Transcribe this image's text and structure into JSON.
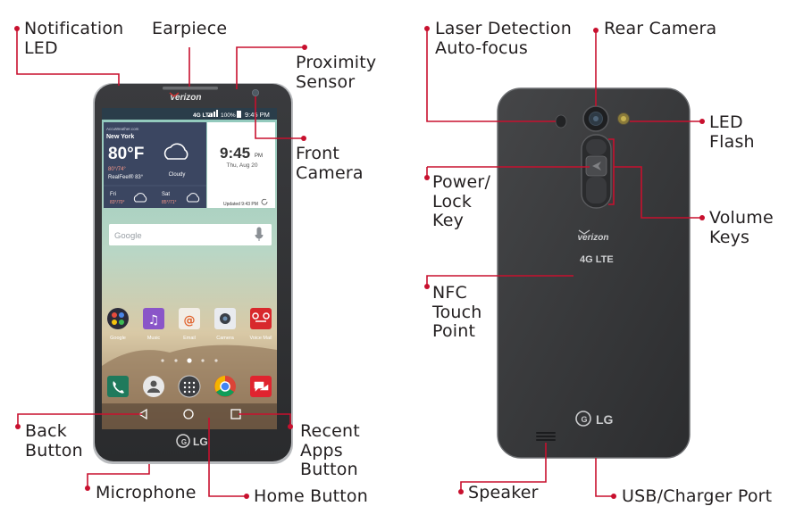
{
  "front_phone": {
    "carrier_logo": "verizon",
    "status_bar": {
      "network": "4G LTE",
      "battery": "100%",
      "time": "9:45 PM"
    },
    "weather": {
      "source": "AccuWeather.com",
      "city": "New York",
      "temp": "80°F",
      "high_low": "80°/74°",
      "realfeel": "RealFeel® 83°",
      "condition": "Cloudy",
      "forecast": [
        {
          "day": "Fri",
          "temps": "83°/70°"
        },
        {
          "day": "Sat",
          "temps": "85°/71°"
        }
      ]
    },
    "clock": {
      "time": "9:45",
      "suffix": "PM",
      "date": "Thu, Aug 20",
      "updated": "Updated 9:43 PM"
    },
    "search_placeholder": "Google",
    "apps": [
      {
        "label": "Google",
        "color": "#2b2b3a"
      },
      {
        "label": "Music",
        "color": "#8a55c8"
      },
      {
        "label": "Email",
        "color": "#f2ede6"
      },
      {
        "label": "Camera",
        "color": "#e9ebef"
      },
      {
        "label": "Voice Mail",
        "color": "#d8282c"
      }
    ],
    "brand": "LG"
  },
  "back_phone": {
    "carrier_logo": "verizon",
    "network_badge": "4G LTE",
    "brand": "LG"
  },
  "labels": {
    "notification_led": "Notification\nLED",
    "earpiece": "Earpiece",
    "proximity_sensor": "Proximity\nSensor",
    "front_camera": "Front\nCamera",
    "back_button": "Back\nButton",
    "recent_apps_button": "Recent\nApps\nButton",
    "microphone": "Microphone",
    "home_button": "Home Button",
    "laser_detection": "Laser Detection\nAuto-focus",
    "rear_camera": "Rear Camera",
    "led_flash": "LED\nFlash",
    "power_lock_key": "Power/\nLock\nKey",
    "volume_keys": "Volume\nKeys",
    "nfc_touch_point": "NFC\nTouch\nPoint",
    "speaker": "Speaker",
    "usb_charger_port": "USB/Charger Port"
  },
  "colors": {
    "callout": "#c8102e",
    "label_text": "#231f20",
    "phone_body": "#2e2f31"
  }
}
